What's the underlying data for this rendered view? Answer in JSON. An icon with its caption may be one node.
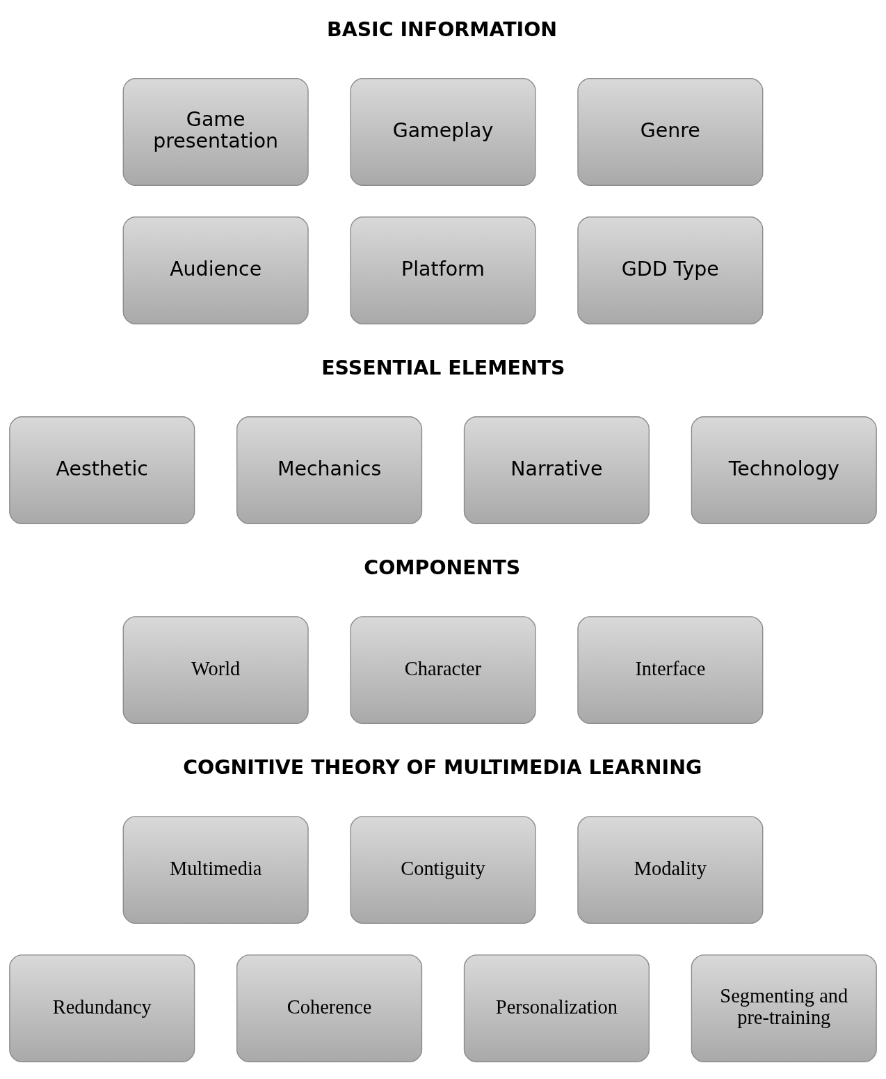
{
  "diagram": {
    "nodes": [
      {
        "text": [
          "Game presentation"
        ]
      },
      {
        "text": [
          "Gameplay"
        ]
      },
      {
        "text": [
          "Genre"
        ]
      },
      {
        "text": [
          "Audience"
        ]
      },
      {
        "text": [
          "Platform"
        ]
      },
      {
        "text": [
          "GDD Type"
        ]
      },
      {
        "text": [
          "Aesthetic"
        ]
      },
      {
        "text": [
          "Mechanics"
        ]
      },
      {
        "text": [
          "Narrative"
        ]
      },
      {
        "text": [
          "Technology"
        ]
      },
      {
        "text": [
          "World"
        ]
      },
      {
        "text": [
          "Character"
        ]
      },
      {
        "text": [
          "Interface"
        ]
      },
      {
        "text": [
          "Multimedia"
        ]
      },
      {
        "text": [
          "Contiguity"
        ]
      },
      {
        "text": [
          "Modality"
        ]
      },
      {
        "text": [
          "Redundancy"
        ]
      },
      {
        "text": [
          "Coherence"
        ]
      },
      {
        "text": [
          "Personalization"
        ]
      },
      {
        "text": [
          "Segmenting and pre-training"
        ]
      }
    ],
    "labels": [
      "BASIC INFORMATION",
      "ESSENTIAL ELEMENTS",
      "COMPONENTS",
      "COGNITIVE THEORY OF MULTIMEDIA LEARNING"
    ]
  }
}
